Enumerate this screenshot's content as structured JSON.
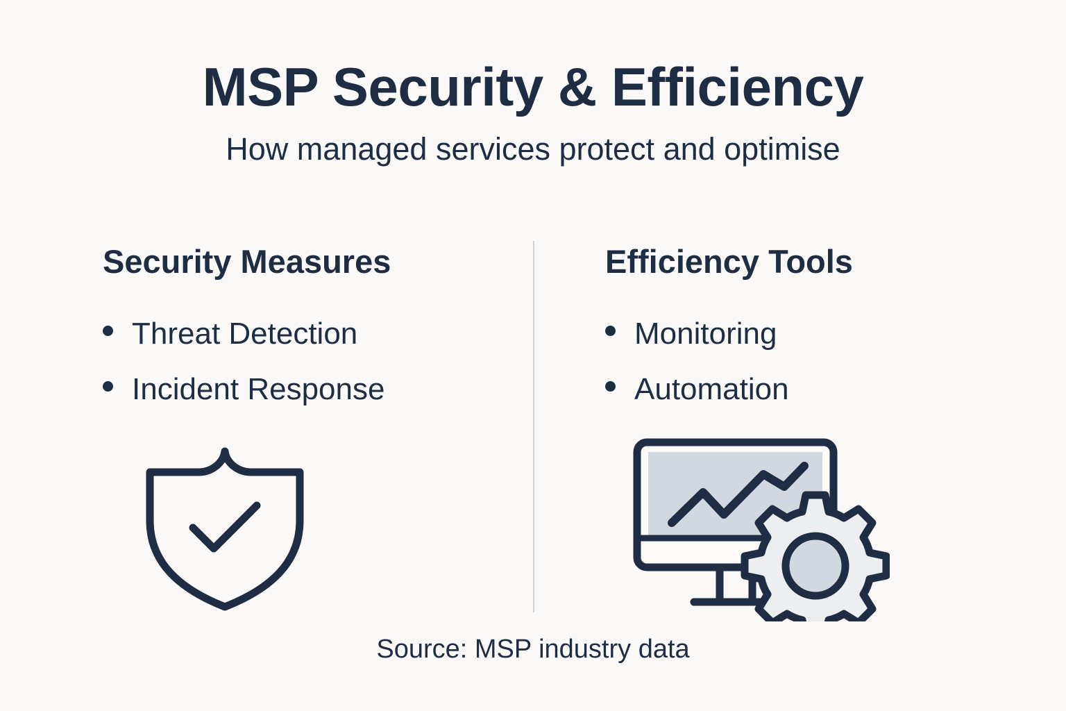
{
  "header": {
    "title": "MSP Security & Efficiency",
    "subtitle": "How managed services protect and optimise"
  },
  "columns": [
    {
      "heading": "Security Measures",
      "items": [
        "Threat Detection",
        "Incident Response"
      ],
      "icon": "shield-check-icon"
    },
    {
      "heading": "Efficiency Tools",
      "items": [
        "Monitoring",
        "Automation"
      ],
      "icon": "monitor-chart-gear-icon"
    }
  ],
  "footer": {
    "source": "Source: MSP industry data"
  },
  "colors": {
    "background": "#faf9f7",
    "ink": "#1f2d44",
    "divider": "#ccd2da",
    "screen_fill": "#d2d8e0",
    "gear_fill": "#eceef0",
    "panel_white": "#fcfbfa"
  }
}
